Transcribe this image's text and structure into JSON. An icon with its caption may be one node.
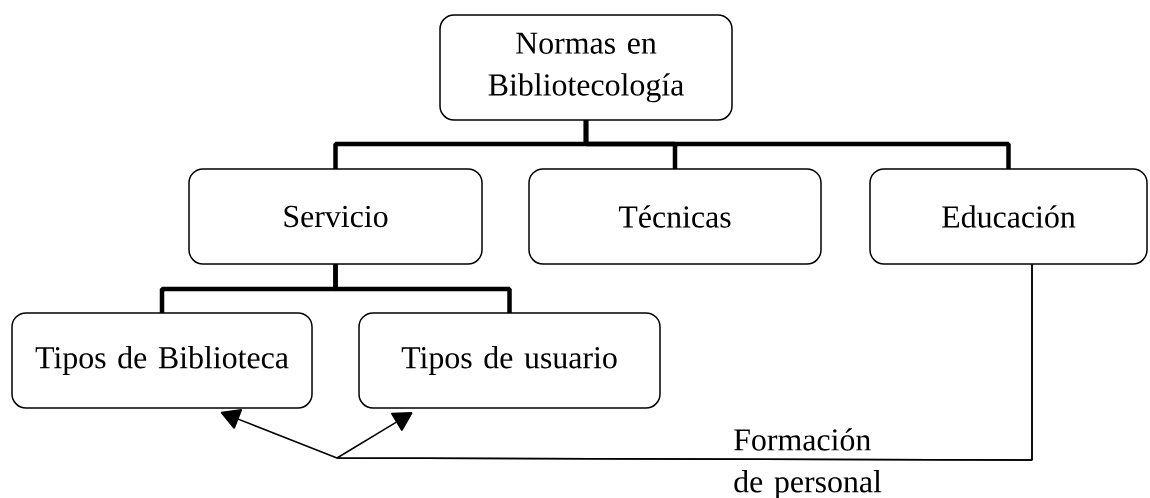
{
  "diagram": {
    "nodes": [
      {
        "text": [
          "Normas en Bibliotecología"
        ]
      },
      {
        "text": [
          "Servicio"
        ]
      },
      {
        "text": [
          "Técnicas"
        ]
      },
      {
        "text": [
          "Educación"
        ]
      },
      {
        "text": [
          "Tipos de Biblioteca"
        ]
      },
      {
        "text": [
          "Tipos de usuario"
        ]
      }
    ],
    "edges": [
      {
        "from": 0,
        "to": 1,
        "arrow": "none"
      },
      {
        "from": 0,
        "to": 2,
        "arrow": "none"
      },
      {
        "from": 0,
        "to": 3,
        "arrow": "none"
      },
      {
        "from": 1,
        "to": 4,
        "arrow": "none"
      },
      {
        "from": 1,
        "to": 5,
        "arrow": "none"
      },
      {
        "from": 3,
        "to": 4,
        "arrow": "to",
        "label": "Formación de personal"
      },
      {
        "from": 3,
        "to": 5,
        "arrow": "to"
      }
    ]
  }
}
